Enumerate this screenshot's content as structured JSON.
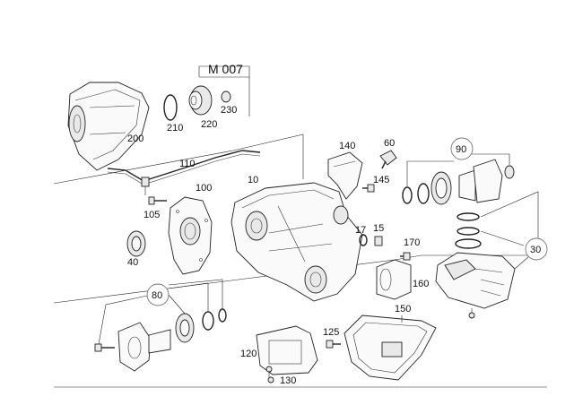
{
  "diagram": {
    "code": "M 007",
    "labels": {
      "p10": "10",
      "p15": "15",
      "p17": "17",
      "p30": "30",
      "p40": "40",
      "p60": "60",
      "p80": "80",
      "p90": "90",
      "p100": "100",
      "p105": "105",
      "p110": "110",
      "p120": "120",
      "p125": "125",
      "p130": "130",
      "p140": "140",
      "p145": "145",
      "p150": "150",
      "p160": "160",
      "p170": "170",
      "p200": "200",
      "p210": "210",
      "p220": "220",
      "p230": "230"
    }
  }
}
